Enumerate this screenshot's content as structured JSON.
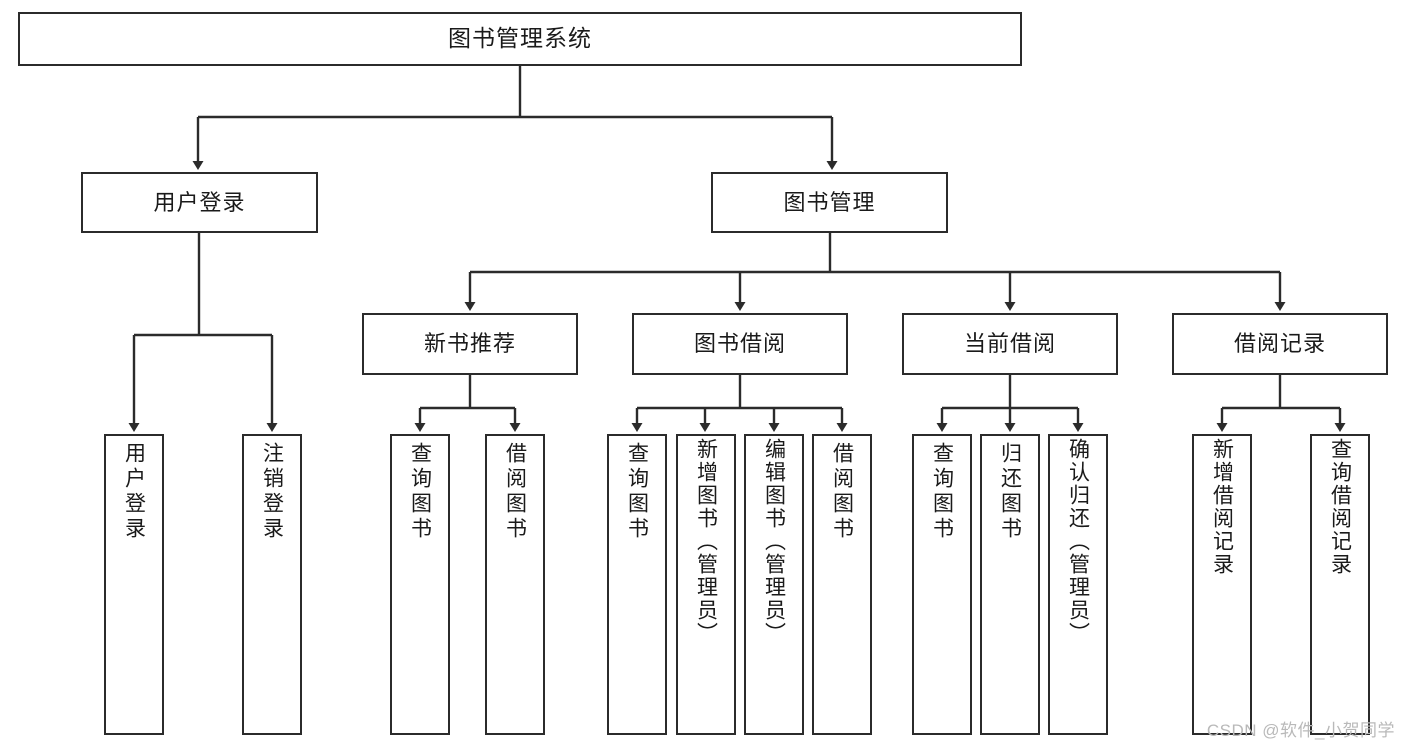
{
  "diagram": {
    "title": "图书管理系统",
    "type": "tree-hierarchy",
    "watermark": "CSDN @软件_小贺同学",
    "colors": {
      "box_border": "#2b2b2b",
      "box_fill": "#ffffff",
      "edge": "#2b2b2b",
      "text": "#1a1a1a",
      "watermark": "#b9b9b9"
    },
    "nodes": {
      "root": {
        "label": "图书管理系统"
      },
      "level1": [
        {
          "label": "用户登录"
        },
        {
          "label": "图书管理"
        }
      ],
      "level2": [
        {
          "label": "新书推荐"
        },
        {
          "label": "图书借阅"
        },
        {
          "label": "当前借阅"
        },
        {
          "label": "借阅记录"
        }
      ],
      "leaves": {
        "user_login": [
          {
            "label": "用户登录"
          },
          {
            "label": "注销登录"
          }
        ],
        "new_book_recommend": [
          {
            "label": "查询图书"
          },
          {
            "label": "借阅图书"
          }
        ],
        "book_borrow": [
          {
            "label": "查询图书"
          },
          {
            "label": "新增图书（管理员）"
          },
          {
            "label": "编辑图书（管理员）"
          },
          {
            "label": "借阅图书"
          }
        ],
        "current_borrow": [
          {
            "label": "查询图书"
          },
          {
            "label": "归还图书"
          },
          {
            "label": "确认归还（管理员）"
          }
        ],
        "borrow_record": [
          {
            "label": "新增借阅记录"
          },
          {
            "label": "查询借阅记录"
          }
        ]
      }
    }
  }
}
